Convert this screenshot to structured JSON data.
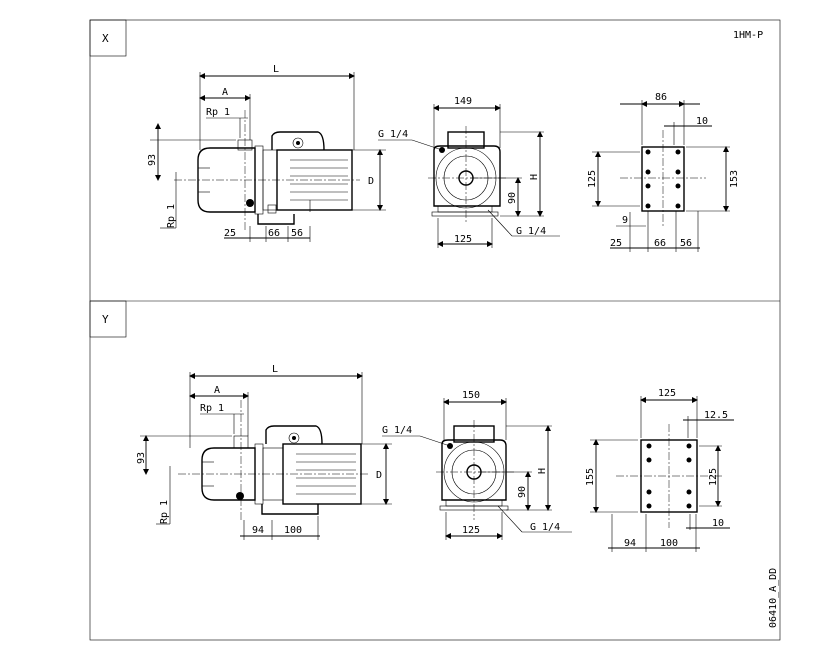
{
  "panels": {
    "x": {
      "tag": "X",
      "series": "1HM-P",
      "side": {
        "L": "L",
        "A": "A",
        "rp_top": "Rp 1",
        "h93": "93",
        "rp_left": "Rp 1",
        "D": "D",
        "d25": "25",
        "d66": "66",
        "d56": "56"
      },
      "front": {
        "w149": "149",
        "g_top": "G 1/4",
        "h90": "90",
        "H": "H",
        "w125": "125",
        "g_bot": "G 1/4"
      },
      "plan": {
        "w86": "86",
        "w10": "10",
        "h125": "125",
        "h153": "153",
        "w9": "9",
        "w25": "25",
        "w66": "66",
        "w56": "56"
      }
    },
    "y": {
      "tag": "Y",
      "side": {
        "L": "L",
        "A": "A",
        "rp_top": "Rp 1",
        "h93": "93",
        "rp_left": "Rp 1",
        "D": "D",
        "d94": "94",
        "d100": "100"
      },
      "front": {
        "w150": "150",
        "g_top": "G 1/4",
        "h90": "90",
        "H": "H",
        "w125": "125",
        "g_bot": "G 1/4"
      },
      "plan": {
        "w125": "125",
        "w12_5": "12.5",
        "h155": "155",
        "h125": "125",
        "w10": "10",
        "w94": "94",
        "w100": "100"
      }
    },
    "code": "06410_A_DD"
  }
}
